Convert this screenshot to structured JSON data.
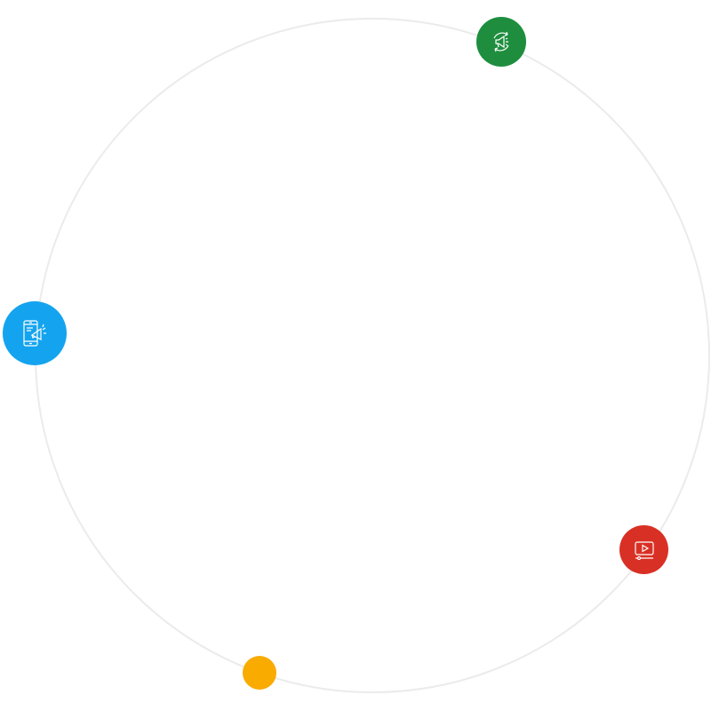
{
  "nodes": [
    {
      "id": "green",
      "color": "#1e8e3e",
      "icon": "megaphone-cycle-icon"
    },
    {
      "id": "blue",
      "color": "#14a4ef",
      "icon": "mobile-megaphone-icon"
    },
    {
      "id": "red",
      "color": "#d93025",
      "icon": "video-player-icon"
    },
    {
      "id": "yellow",
      "color": "#f9ab00",
      "icon": "none"
    }
  ]
}
